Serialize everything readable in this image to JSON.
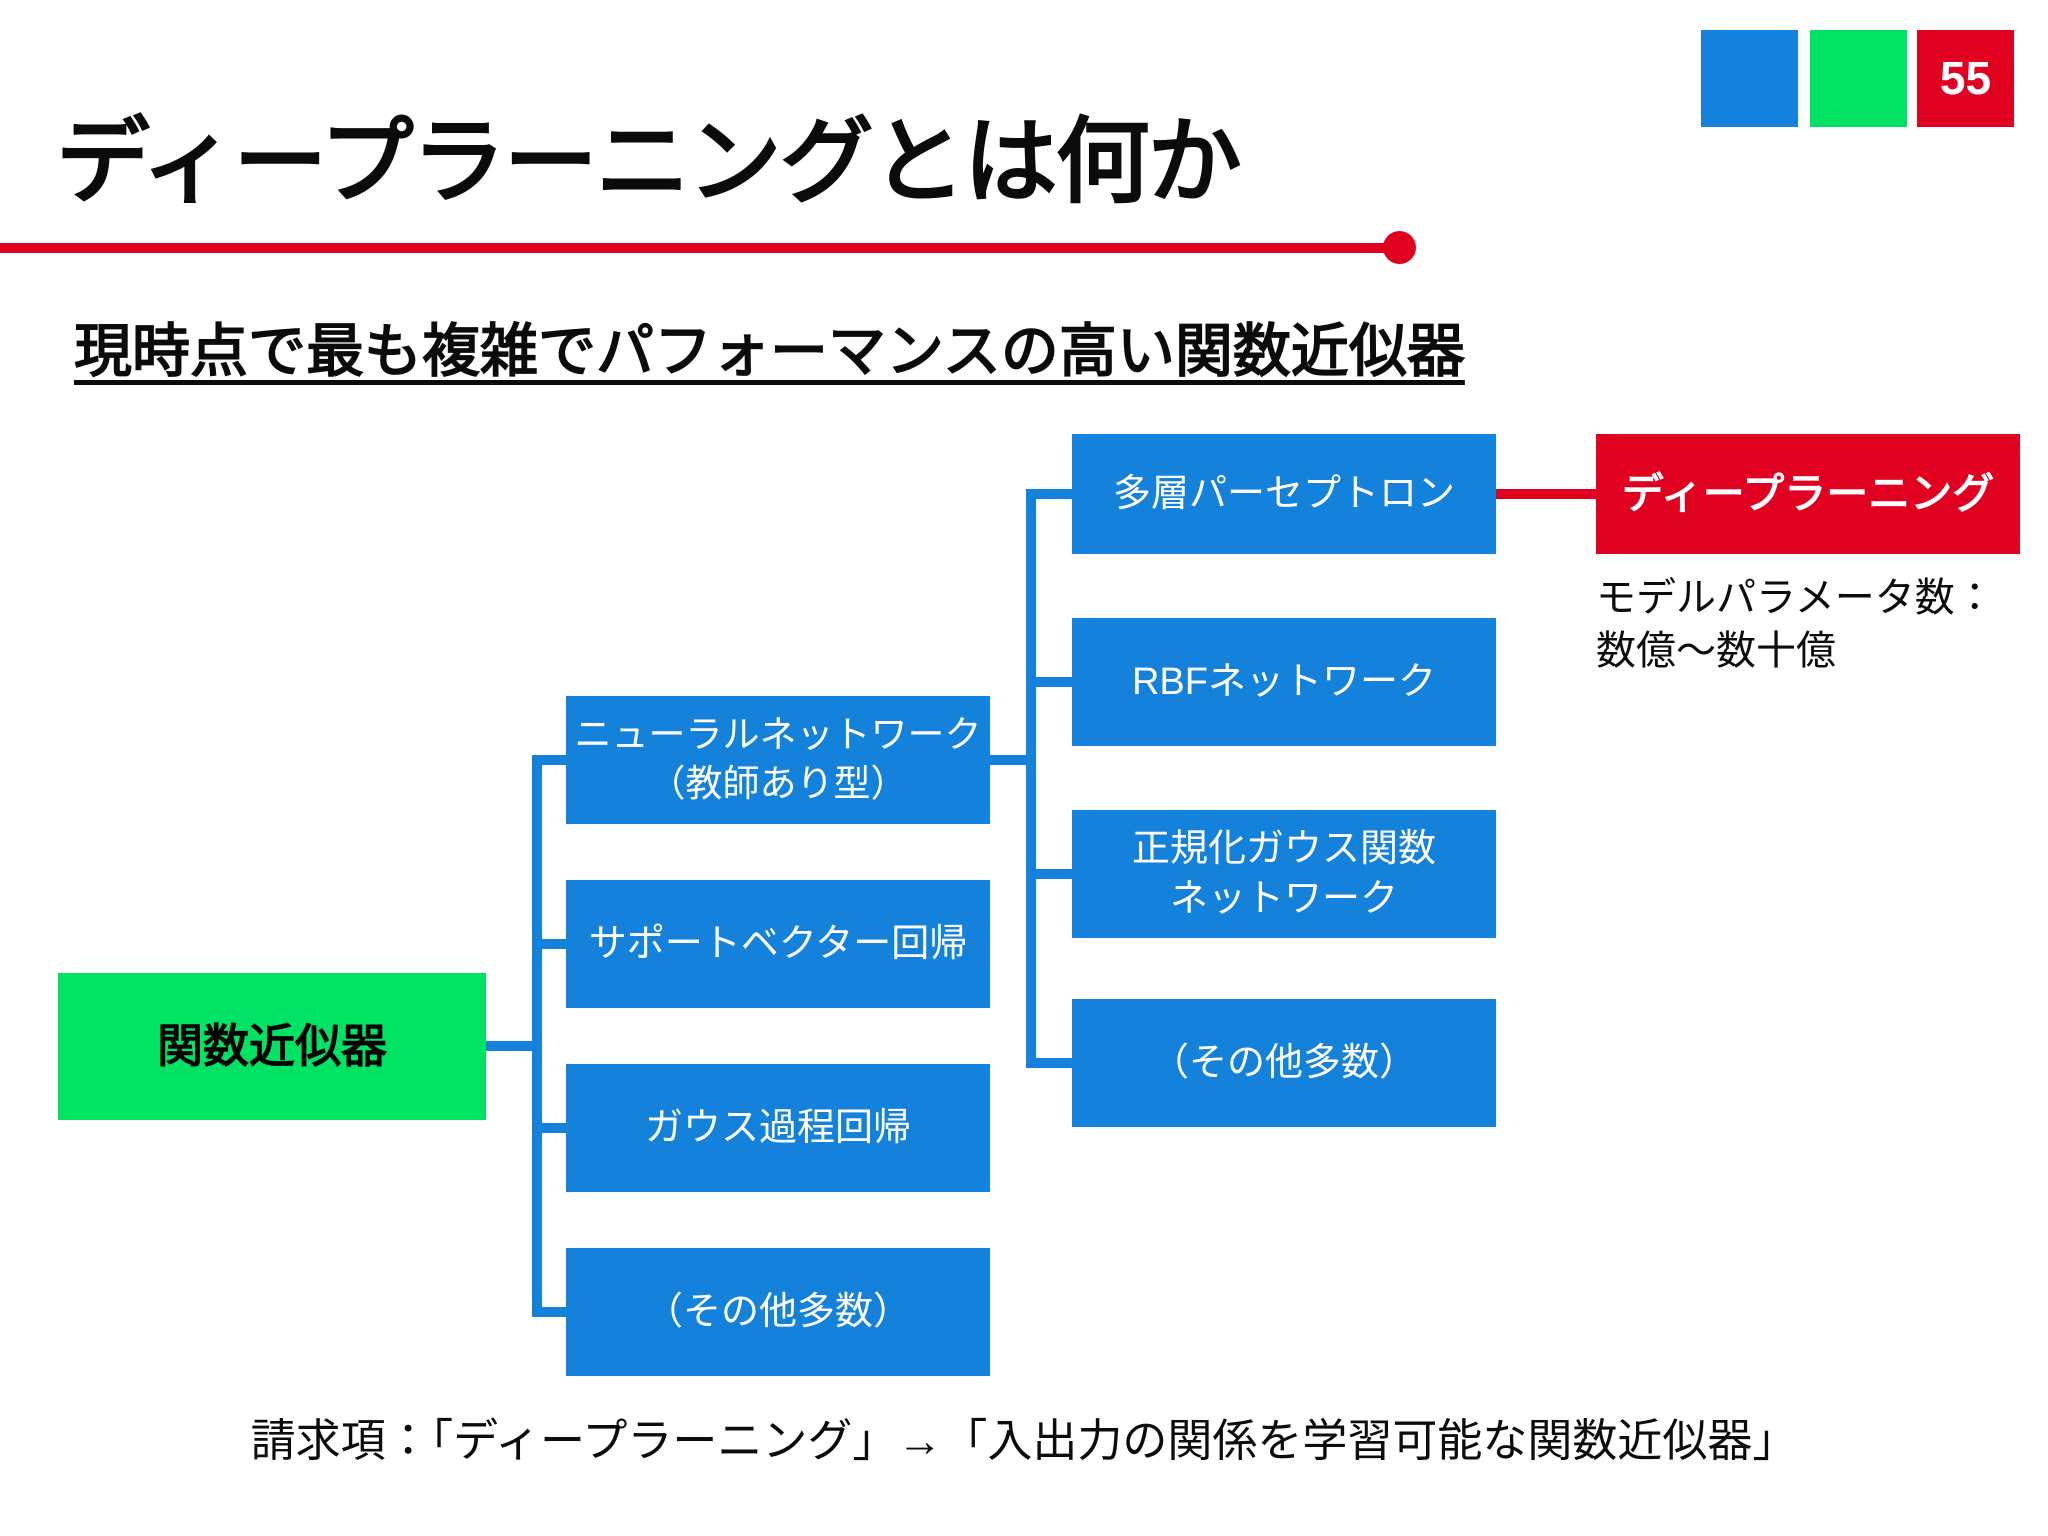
{
  "slide": {
    "page_number": "55",
    "title": "ディープラーニングとは何か",
    "subtitle": "現時点で最も複雑でパフォーマンスの高い関数近似器",
    "param_note": {
      "line1": "モデルパラメータ数：",
      "line2": "数億〜数十億"
    },
    "claim_note": "請求項：「ディープラーニング」→「入出力の関係を学習可能な関数近似器」"
  },
  "colors": {
    "blue": "#1481da",
    "green": "#00e263",
    "red": "#e00020",
    "text": "#0c0c0c",
    "white": "#ffffff"
  },
  "decor": {
    "squares": [
      {
        "name": "blue-square",
        "color": "#1481da"
      },
      {
        "name": "green-square",
        "color": "#00e263"
      },
      {
        "name": "red-square",
        "color": "#e00020"
      }
    ]
  },
  "diagram": {
    "root": {
      "label": "関数近似器"
    },
    "level1": [
      {
        "id": "neural-network",
        "label_line1": "ニューラルネットワーク",
        "label_line2": "（教師あり型）"
      },
      {
        "id": "support-vector-regression",
        "label": "サポートベクター回帰"
      },
      {
        "id": "gaussian-process-regression",
        "label": "ガウス過程回帰"
      },
      {
        "id": "others-level1",
        "label": "（その他多数）"
      }
    ],
    "level2": [
      {
        "id": "multilayer-perceptron",
        "label": "多層パーセプトロン"
      },
      {
        "id": "rbf-network",
        "label": "RBFネットワーク"
      },
      {
        "id": "normalized-gaussian-network",
        "label_line1": "正規化ガウス関数",
        "label_line2": "ネットワーク"
      },
      {
        "id": "others-level2",
        "label": "（その他多数）"
      }
    ],
    "highlight": {
      "label": "ディープラーニング"
    }
  }
}
